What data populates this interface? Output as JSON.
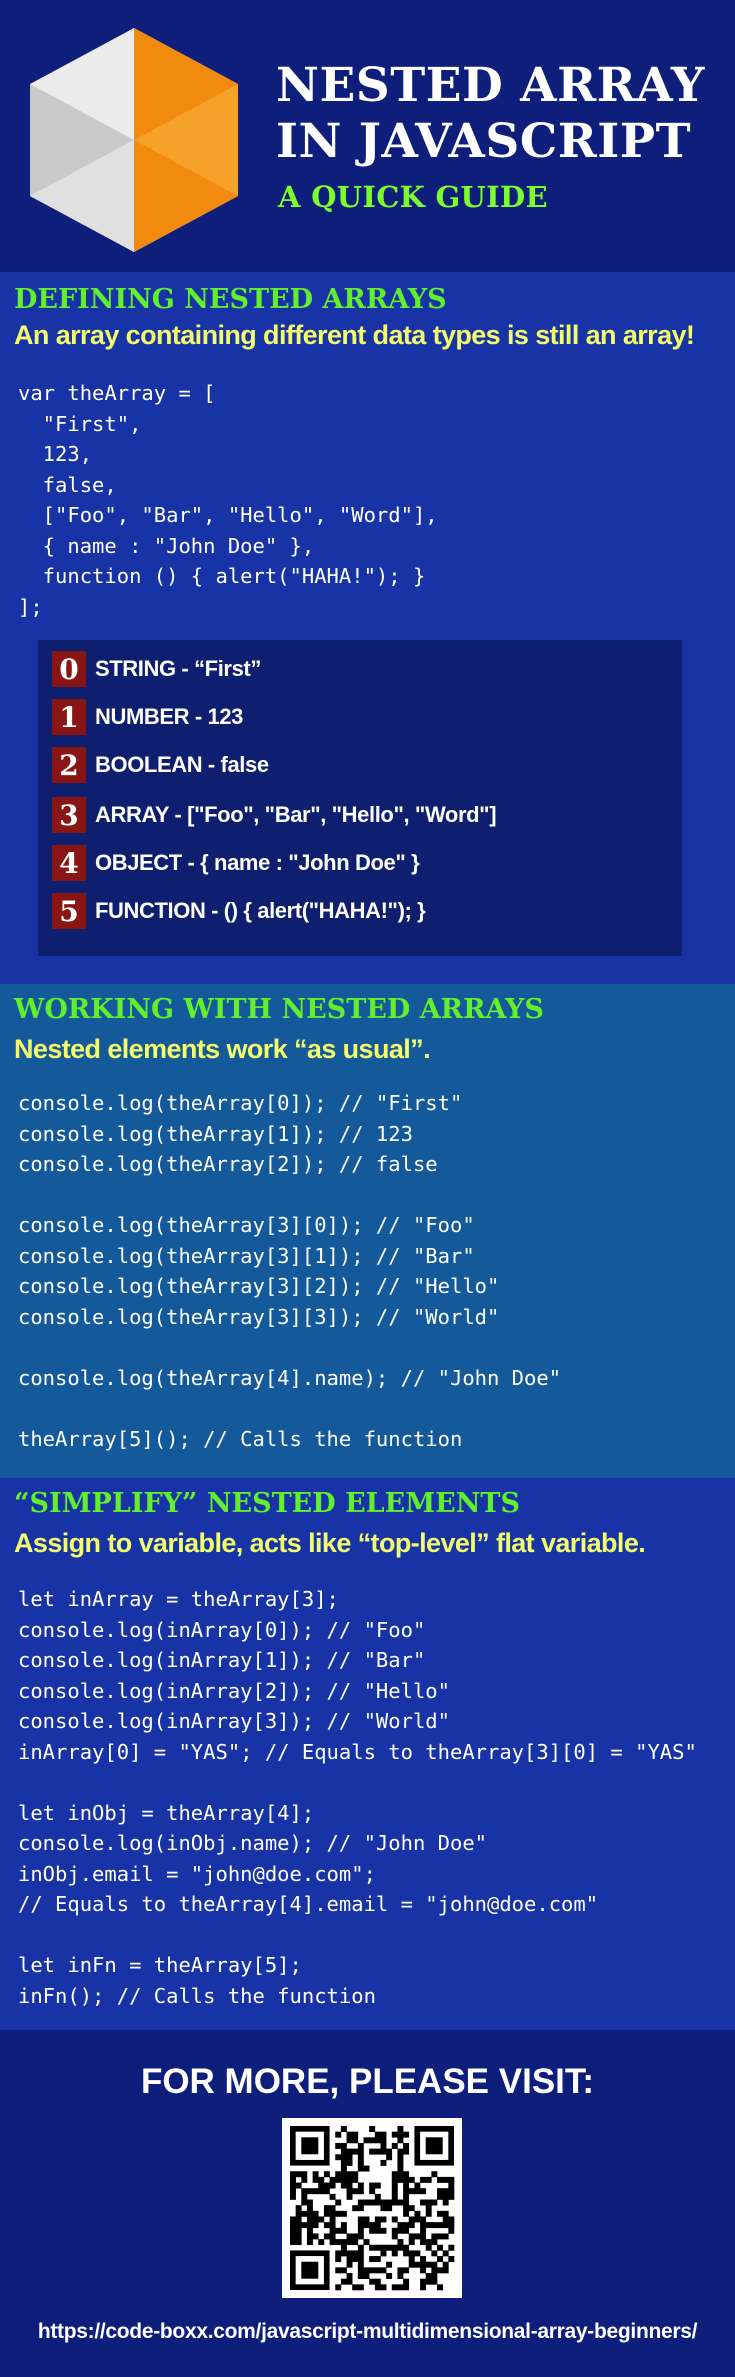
{
  "header": {
    "title_line1": "NESTED ARRAY",
    "title_line2": "IN JAVASCRIPT",
    "subtitle": "A QUICK GUIDE",
    "logo_icon": "hexagon-logo-icon"
  },
  "section1": {
    "heading": "DEFINING NESTED ARRAYS",
    "subheading": "An array containing different data types is still an array!",
    "code": "var theArray = [\n  \"First\",\n  123,\n  false,\n  [\"Foo\", \"Bar\", \"Hello\", \"Word\"],\n  { name : \"John Doe\" },\n  function () { alert(\"HAHA!\"); }\n];",
    "types": [
      {
        "index": "0",
        "label": "STRING - “First”"
      },
      {
        "index": "1",
        "label": "NUMBER - 123"
      },
      {
        "index": "2",
        "label": "BOOLEAN - false"
      },
      {
        "index": "3",
        "label": "ARRAY - [\"Foo\", \"Bar\", \"Hello\", \"Word\"]"
      },
      {
        "index": "4",
        "label": "OBJECT - { name : \"John Doe\" }"
      },
      {
        "index": "5",
        "label": "FUNCTION - () { alert(\"HAHA!\"); }"
      }
    ]
  },
  "section2": {
    "heading": "WORKING WITH NESTED ARRAYS",
    "subheading": "Nested elements work “as usual”.",
    "code": "console.log(theArray[0]); // \"First\"\nconsole.log(theArray[1]); // 123\nconsole.log(theArray[2]); // false\n\nconsole.log(theArray[3][0]); // \"Foo\"\nconsole.log(theArray[3][1]); // \"Bar\"\nconsole.log(theArray[3][2]); // \"Hello\"\nconsole.log(theArray[3][3]); // \"World\"\n\nconsole.log(theArray[4].name); // \"John Doe\"\n\ntheArray[5](); // Calls the function"
  },
  "section3": {
    "heading": "“SIMPLIFY” NESTED ELEMENTS",
    "subheading": "Assign to variable, acts like “top-level” flat variable.",
    "code": "let inArray = theArray[3];\nconsole.log(inArray[0]); // \"Foo\"\nconsole.log(inArray[1]); // \"Bar\"\nconsole.log(inArray[2]); // \"Hello\"\nconsole.log(inArray[3]); // \"World\"\ninArray[0] = \"YAS\"; // Equals to theArray[3][0] = \"YAS\"\n\nlet inObj = theArray[4];\nconsole.log(inObj.name); // \"John Doe\"\ninObj.email = \"john@doe.com\";\n// Equals to theArray[4].email = \"john@doe.com\"\n\nlet inFn = theArray[5];\ninFn(); // Calls the function"
  },
  "footer": {
    "visit_text": "FOR MORE, PLEASE VISIT:",
    "url": "https://code-boxx.com/javascript-multidimensional-array-beginners/"
  },
  "colors": {
    "header_bg": "#0e1e7b",
    "section_bg": "#1833a6",
    "section_alt_bg": "#145a9a",
    "heading_green": "#63f02c",
    "subheading_yellow": "#f3ff6b",
    "index_badge_red": "#8a1515"
  }
}
